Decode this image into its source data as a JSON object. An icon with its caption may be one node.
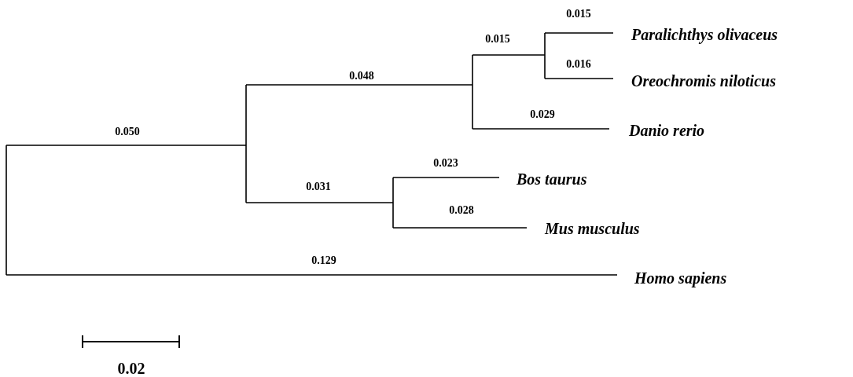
{
  "diagram": {
    "nodes": [
      {
        "text": [
          "Paralichthys olivaceus"
        ]
      },
      {
        "text": [
          "Oreochromis niloticus"
        ]
      },
      {
        "text": [
          "Danio rerio"
        ]
      },
      {
        "text": [
          "Bos taurus"
        ]
      },
      {
        "text": [
          "Mus musculus"
        ]
      },
      {
        "text": [
          "Homo sapiens"
        ]
      }
    ],
    "labels": [
      "0.015",
      "0.015",
      "0.048",
      "0.016",
      "0.050",
      "0.029",
      "0.023",
      "0.031",
      "0.028",
      "0.129",
      "0.02"
    ]
  }
}
